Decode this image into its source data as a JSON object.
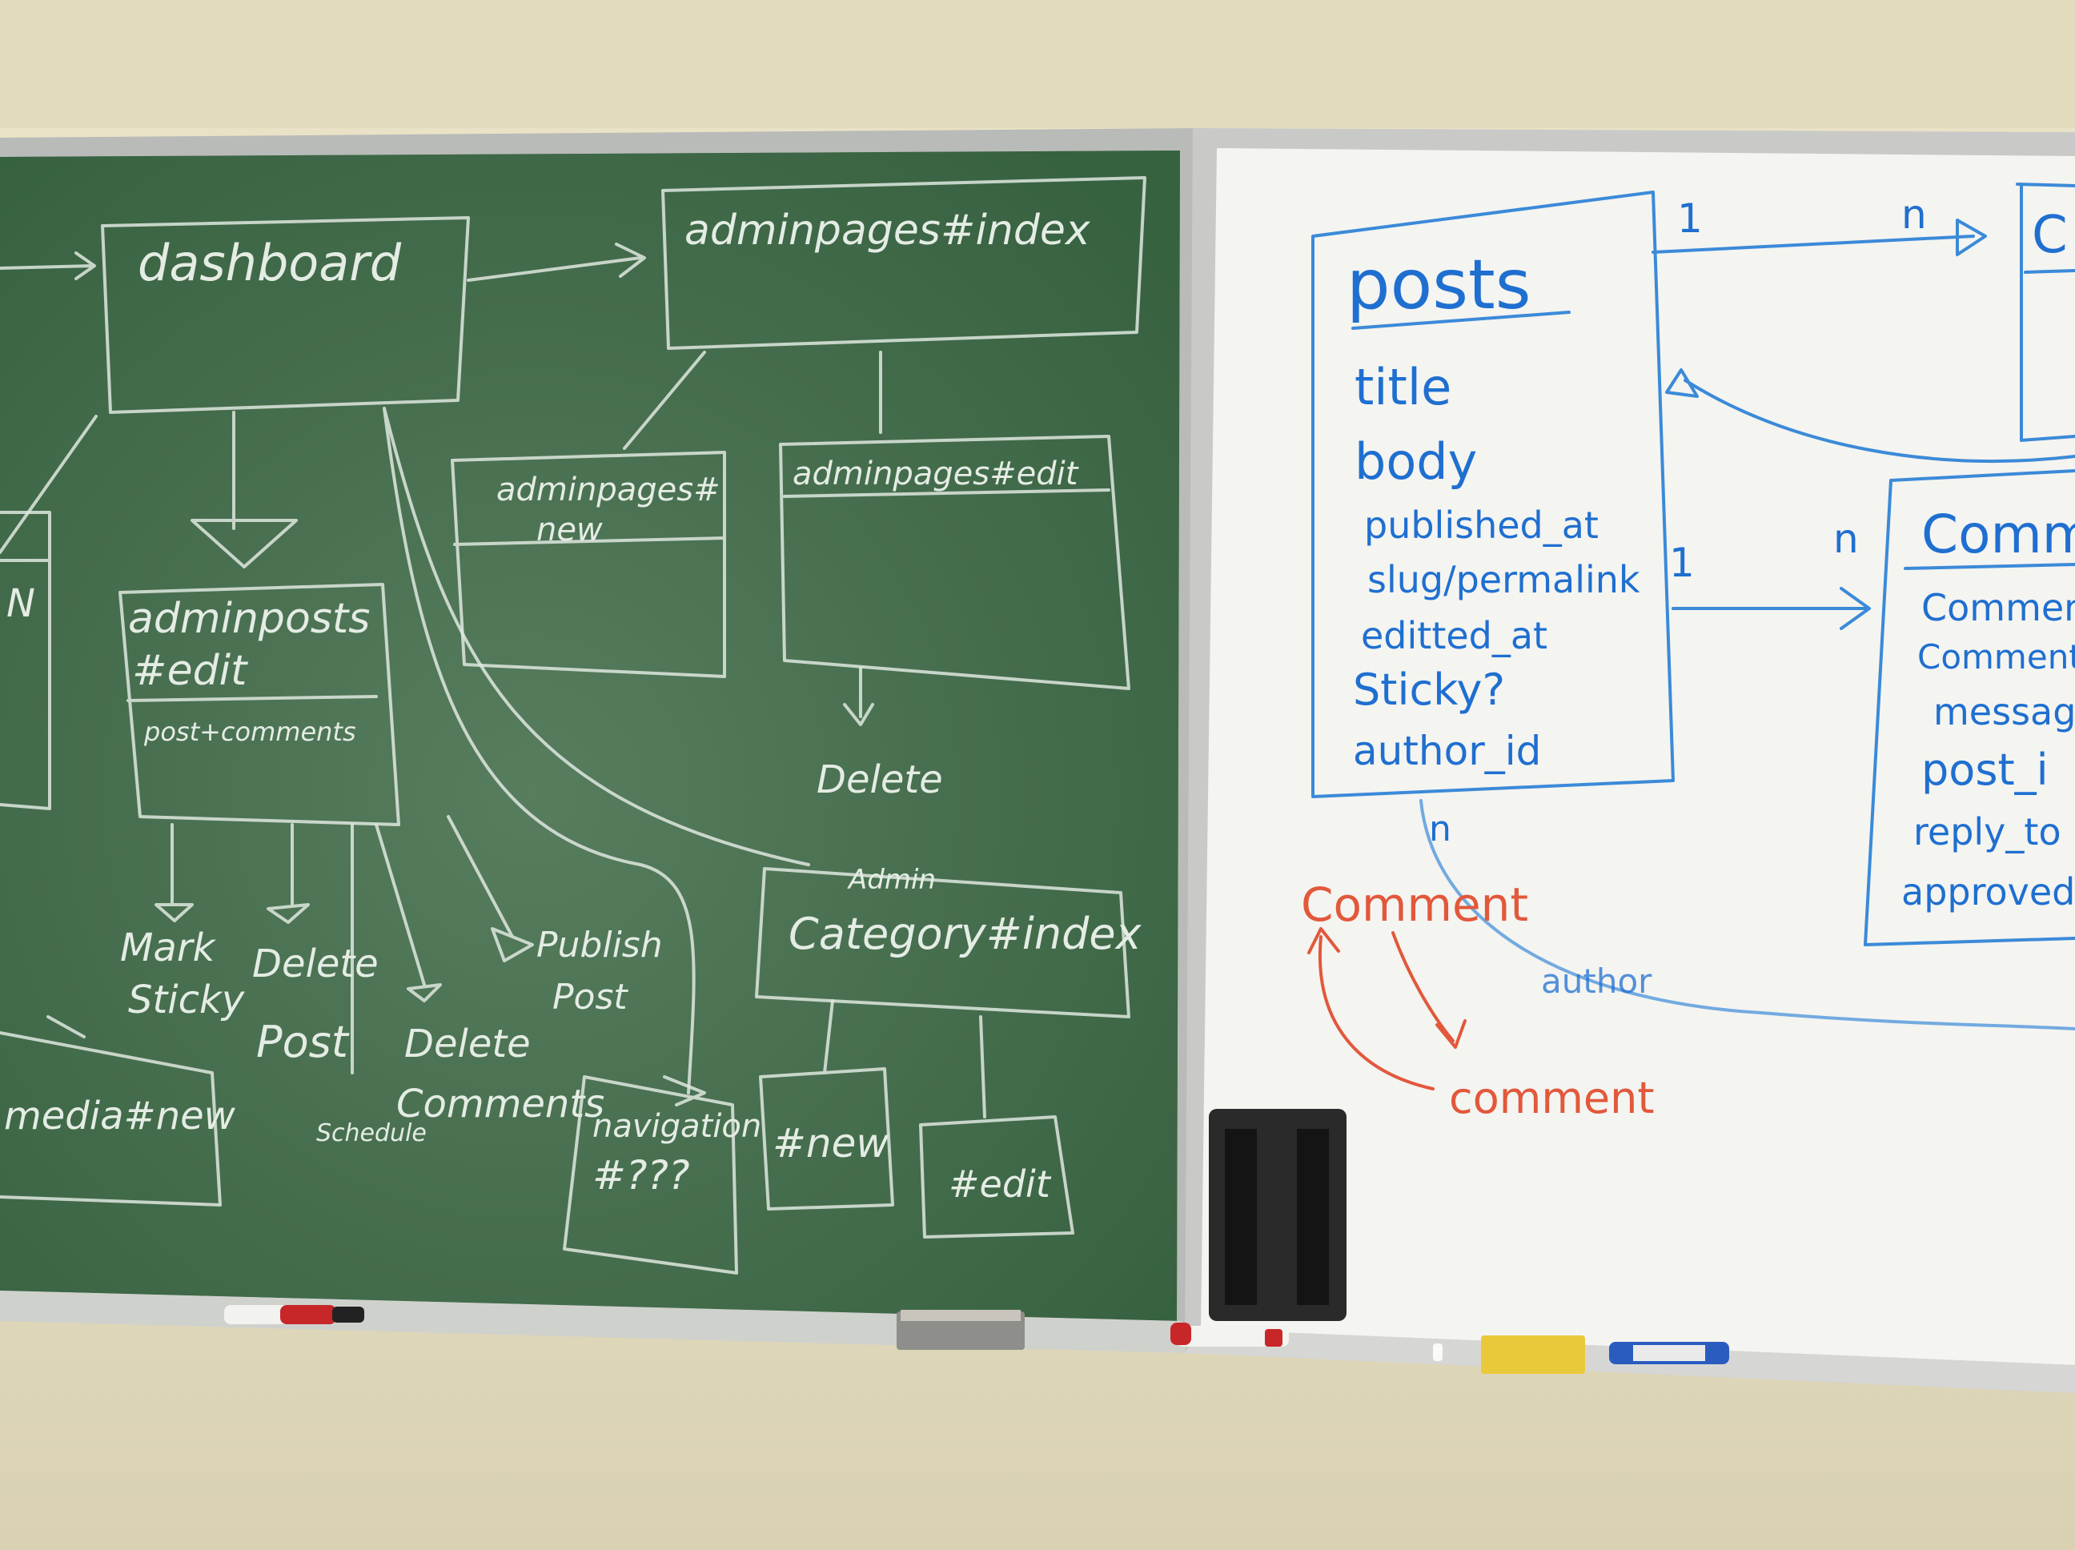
{
  "chalkboard": {
    "dashboard": "dashboard",
    "adminpages_index": "adminpages#index",
    "adminpages_new_1": "adminpages#",
    "adminpages_new_2": "new",
    "adminpages_edit": "adminpages#edit",
    "adminposts_1": "adminposts",
    "adminposts_2": "#edit",
    "adminposts_sub": "post+comments",
    "delete": "Delete",
    "admin_category_1": "Admin",
    "admin_category_2": "Category#index",
    "mark_1": "Mark",
    "mark_2": "Sticky",
    "delete_post_1": "Delete",
    "delete_post_2": "Post",
    "delete_comments_1": "Delete",
    "delete_comments_2": "Comments",
    "publish_post_1": "Publish",
    "publish_post_2": "Post",
    "schedule": "Schedule",
    "media_new": "media#new",
    "navigation_1": "navigation",
    "navigation_2": "#???",
    "new": "#new",
    "edit": "#edit",
    "left_n": "N"
  },
  "whiteboard": {
    "posts_title": "posts",
    "fields": [
      "title",
      "body",
      "published_at",
      "slug/permalink",
      "editted_at",
      "Sticky?",
      "author_id"
    ],
    "rel_1_top": "1",
    "rel_n_top": "n",
    "rel_1_mid": "1",
    "rel_n_mid": "n",
    "rel_n_bottom": "n",
    "author_label": "author",
    "comments_title": "Comm",
    "comments_fields": [
      "Commen",
      "Commente",
      "messag",
      "post_i",
      "reply_to",
      "approved"
    ],
    "top_right_title": "C",
    "comment_top": "Comment",
    "comment_bottom": "comment"
  }
}
